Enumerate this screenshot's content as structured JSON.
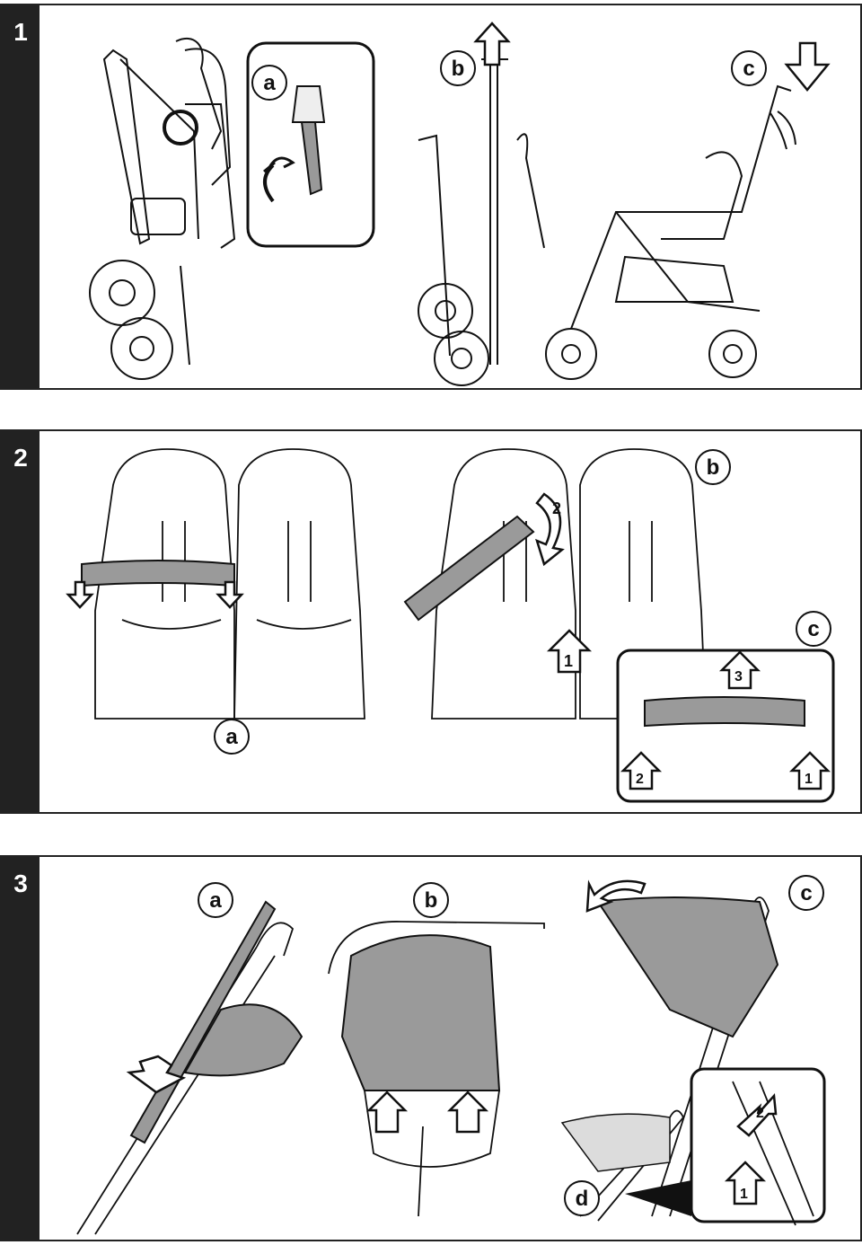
{
  "panels": [
    {
      "number": "1",
      "labels": [
        "a",
        "b",
        "c"
      ]
    },
    {
      "number": "2",
      "labels": [
        "a",
        "b",
        "c"
      ],
      "arrow_numbers": [
        "2",
        "1",
        "3",
        "2",
        "1"
      ]
    },
    {
      "number": "3",
      "labels": [
        "a",
        "b",
        "c",
        "d"
      ],
      "arrow_numbers": [
        "2",
        "1"
      ]
    }
  ],
  "colors": {
    "ink": "#111111",
    "fill_gray": "#9a9a9a",
    "sidebar": "#222222"
  },
  "icons": [
    "up-arrow-icon",
    "down-arrow-icon",
    "curved-arrow-icon",
    "stroller-illustration",
    "seat-illustration",
    "canopy-illustration"
  ]
}
